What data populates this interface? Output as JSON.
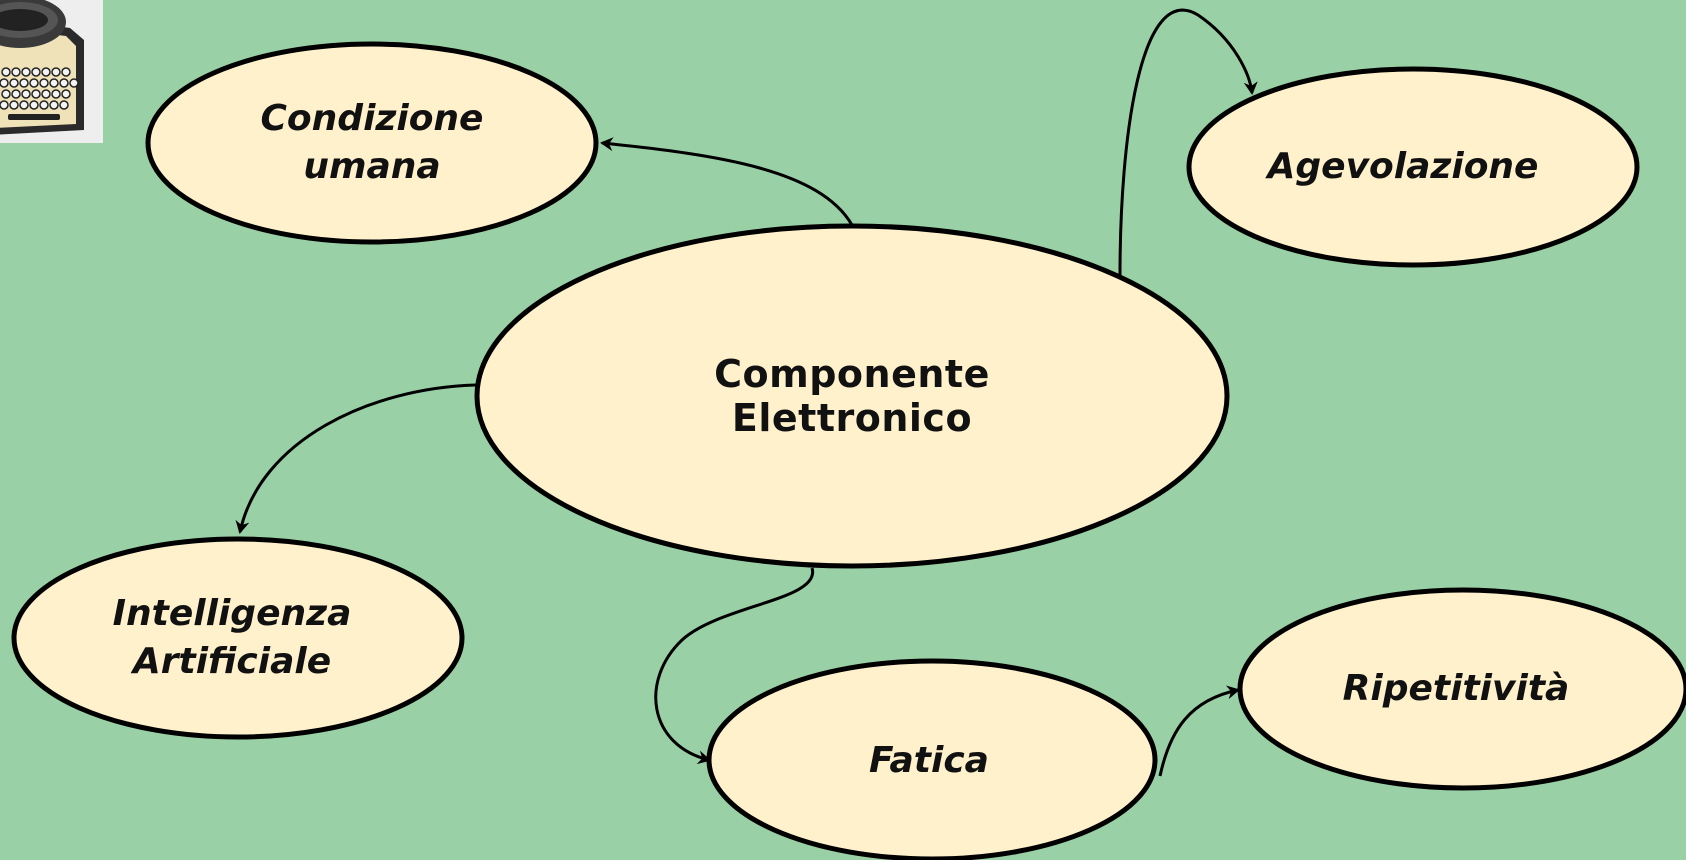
{
  "background_color": "#9ad0a6",
  "node_fill_color": "#fff1cb",
  "thumbnail": {
    "icon": "typewriter-icon"
  },
  "nodes": {
    "center": {
      "line1": "Componente",
      "line2": "Elettronico"
    },
    "condizione_umana": {
      "line1": "Condizione",
      "line2": "umana"
    },
    "agevolazione": {
      "line1": "Agevolazione"
    },
    "intelligenza_artificiale": {
      "line1": "Intelligenza",
      "line2": "Artificiale"
    },
    "fatica": {
      "line1": "Fatica"
    },
    "ripetitivita": {
      "line1": "Ripetitività"
    }
  }
}
